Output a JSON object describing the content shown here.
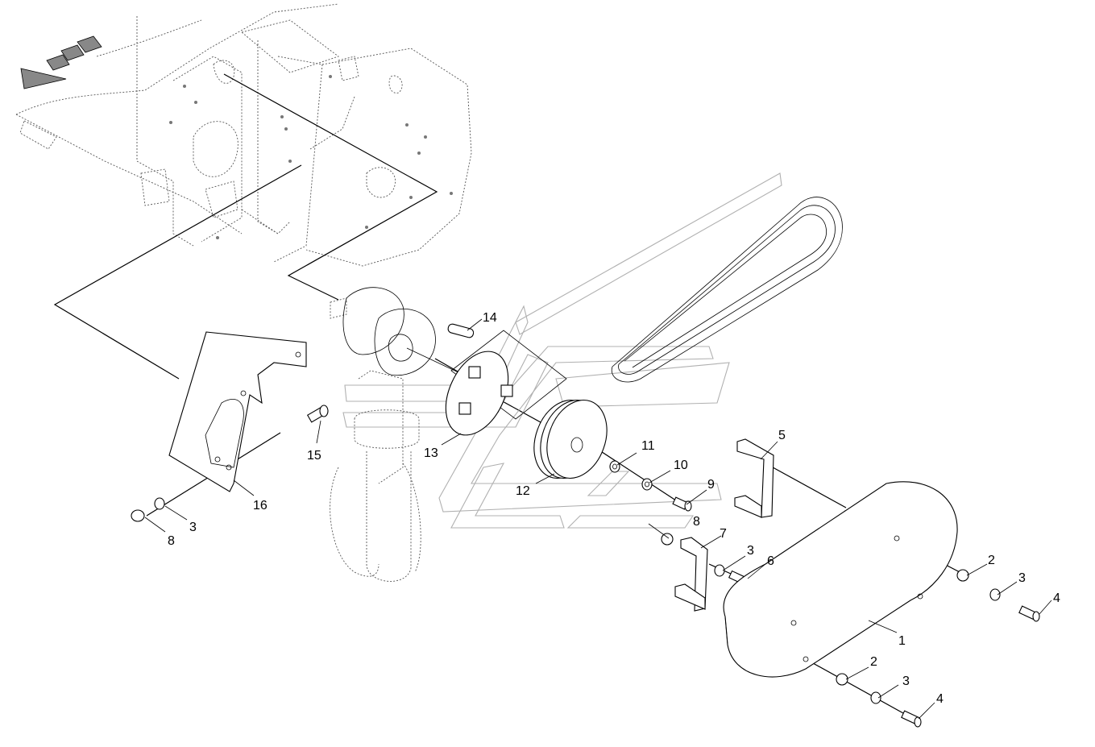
{
  "callouts": [
    {
      "id": "c1",
      "label": "1"
    },
    {
      "id": "c2a",
      "label": "2"
    },
    {
      "id": "c2b",
      "label": "2"
    },
    {
      "id": "c3a",
      "label": "3"
    },
    {
      "id": "c3b",
      "label": "3"
    },
    {
      "id": "c3c",
      "label": "3"
    },
    {
      "id": "c3d",
      "label": "3"
    },
    {
      "id": "c4a",
      "label": "4"
    },
    {
      "id": "c4b",
      "label": "4"
    },
    {
      "id": "c5",
      "label": "5"
    },
    {
      "id": "c6",
      "label": "6"
    },
    {
      "id": "c7",
      "label": "7"
    },
    {
      "id": "c8a",
      "label": "8"
    },
    {
      "id": "c8b",
      "label": "8"
    },
    {
      "id": "c9",
      "label": "9"
    },
    {
      "id": "c10",
      "label": "10"
    },
    {
      "id": "c11",
      "label": "11"
    },
    {
      "id": "c12",
      "label": "12"
    },
    {
      "id": "c13",
      "label": "13"
    },
    {
      "id": "c14",
      "label": "14"
    },
    {
      "id": "c15",
      "label": "15"
    },
    {
      "id": "c16",
      "label": "16"
    }
  ]
}
